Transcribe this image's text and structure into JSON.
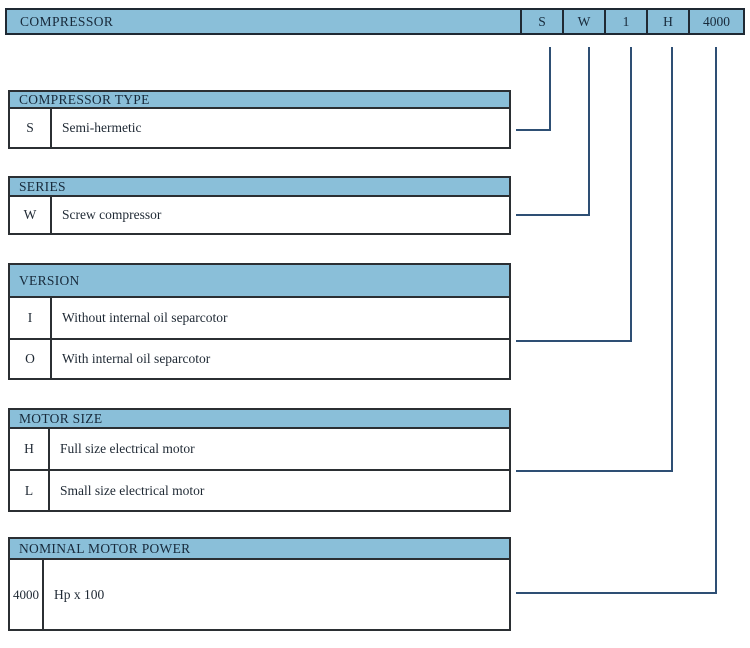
{
  "colors": {
    "bar_fill": "#8abfd9",
    "border_dark": "#2b2f33",
    "connector_line": "#2e4f74",
    "text_dark": "#17293a"
  },
  "header": {
    "title": "COMPRESSOR",
    "codes": [
      "S",
      "W",
      "1",
      "H",
      "4000"
    ]
  },
  "sections": [
    {
      "title": "COMPRESSOR TYPE",
      "rows": [
        {
          "code": "S",
          "desc": "Semi-hermetic"
        }
      ]
    },
    {
      "title": "SERIES",
      "rows": [
        {
          "code": "W",
          "desc": "Screw compressor"
        }
      ]
    },
    {
      "title": "VERSION",
      "rows": [
        {
          "code": "I",
          "desc": "Without internal oil separcotor"
        },
        {
          "code": "O",
          "desc": "With internal oil separcotor"
        }
      ]
    },
    {
      "title": "MOTOR SIZE",
      "rows": [
        {
          "code": "H",
          "desc": "Full size electrical motor"
        },
        {
          "code": "L",
          "desc": "Small size electrical motor"
        }
      ]
    },
    {
      "title": "NOMINAL MOTOR POWER",
      "rows": [
        {
          "code": "4000",
          "desc": "Hp x 100"
        }
      ]
    }
  ]
}
